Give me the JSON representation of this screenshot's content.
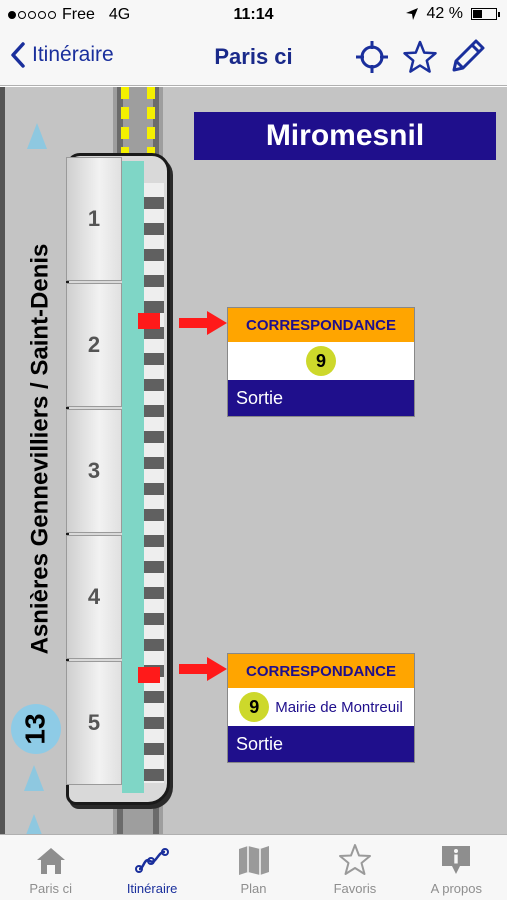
{
  "status_bar": {
    "carrier": "Free",
    "network": "4G",
    "time": "11:14",
    "battery": "42 %",
    "battery_level": 0.42,
    "signal_bars": 1
  },
  "nav": {
    "back_label": "Itinéraire",
    "title": "Paris ci",
    "icons": [
      "locate-icon",
      "star-icon",
      "pencil-icon"
    ]
  },
  "platform": {
    "direction": "Asnières Gennevilliers / Saint-Denis",
    "line_number": "13",
    "station": "Miromesnil",
    "cars": [
      "1",
      "2",
      "3",
      "4",
      "5"
    ],
    "correspondences": [
      {
        "header": "CORRESPONDANCE",
        "line": "9",
        "destination": "",
        "exit": "Sortie",
        "car": "2"
      },
      {
        "header": "CORRESPONDANCE",
        "line": "9",
        "destination": "Mairie de Montreuil",
        "exit": "Sortie",
        "car": "5"
      }
    ]
  },
  "tab_bar": {
    "tabs": [
      {
        "label": "Paris ci",
        "icon": "home-icon"
      },
      {
        "label": "Itinéraire",
        "icon": "route-icon",
        "active": true
      },
      {
        "label": "Plan",
        "icon": "map-icon"
      },
      {
        "label": "Favoris",
        "icon": "star-icon"
      },
      {
        "label": "A propos",
        "icon": "info-icon"
      }
    ]
  },
  "colors": {
    "accent": "#1a2f9c",
    "station_bg": "#1f0f8c",
    "correspondance_header": "#ffa500",
    "line9": "#cdd82b",
    "line13": "#8ecbe6",
    "exit_marker": "#ff1a1a"
  }
}
